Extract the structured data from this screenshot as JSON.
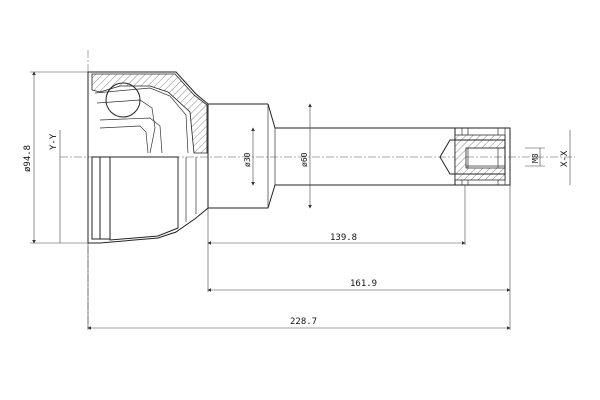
{
  "dimensions": {
    "overall_length": "228.7",
    "flange_to_end": "161.9",
    "shaft_length": "139.8",
    "bell_diameter": "ø94.8",
    "shaft_diameter_small": "ø30",
    "shaft_diameter_large": "ø60",
    "thread": "M8"
  },
  "axes": {
    "horizontal": "X-X",
    "vertical": "Y-Y"
  },
  "colors": {
    "line": "#222222",
    "hatch": "#888888",
    "background": "#ffffff"
  }
}
